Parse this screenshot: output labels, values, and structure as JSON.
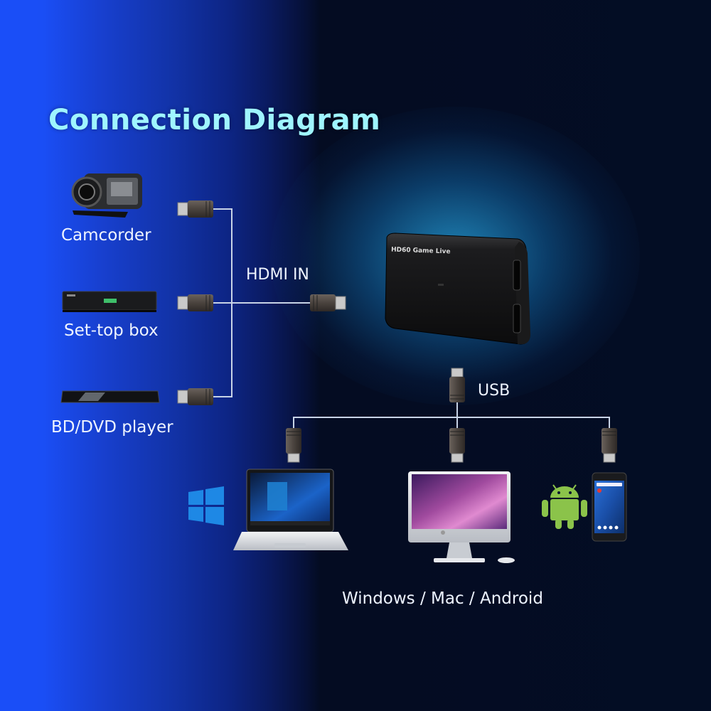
{
  "title": "Connection Diagram",
  "sources": [
    {
      "label": "Camcorder",
      "icon": "camcorder-icon"
    },
    {
      "label": "Set-top box",
      "icon": "set-top-box-icon"
    },
    {
      "label": "BD/DVD player",
      "icon": "dvd-player-icon"
    }
  ],
  "capture_device": {
    "brand_text": "HD60 Game Live",
    "icon": "capture-card-icon"
  },
  "connections": {
    "input_label": "HDMI IN",
    "output_label": "USB"
  },
  "targets": [
    {
      "name": "Windows laptop",
      "icon": "windows-laptop-icon",
      "logo": "windows-logo-icon"
    },
    {
      "name": "Mac desktop",
      "icon": "imac-icon"
    },
    {
      "name": "Android phone",
      "icon": "android-phone-icon",
      "logo": "android-logo-icon"
    }
  ],
  "platforms_label": "Windows / Mac / Android",
  "colors": {
    "title": "#9ff5ff",
    "background_left": "#1a4ef8",
    "background_right": "#030d24",
    "cable": "#c8d3e6",
    "android_green": "#8bc34a",
    "windows_blue": "#1e88e5"
  }
}
